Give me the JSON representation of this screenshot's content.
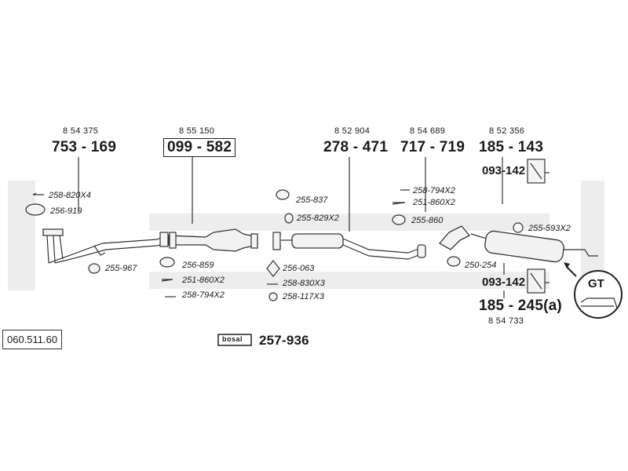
{
  "page_code": "060.511.60",
  "brand_logo": "bosal",
  "kit_number": "257-936",
  "groups": [
    {
      "ref": "8 54 375",
      "part": "753 - 169"
    },
    {
      "ref": "8 55 150",
      "part": "099 - 582"
    },
    {
      "ref": "8 52 904",
      "part": "278 - 471"
    },
    {
      "ref": "8 54 689",
      "part": "717 - 719"
    },
    {
      "ref": "8 52 356",
      "part": "185 - 143"
    }
  ],
  "rear_part": {
    "part": "185 - 245(a)",
    "ref": "8 54 733"
  },
  "hanger_top": "093-142",
  "hanger_bottom": "093-142",
  "gt_label": "GT",
  "accessories": {
    "a1": "258-820X4",
    "a2": "256-919",
    "a3": "255-967",
    "b1": "256-859",
    "b2": "251-860X2",
    "b3": "258-794X2",
    "c1": "255-837",
    "c2": "255-829X2",
    "c3": "256-063",
    "c4": "258-830X3",
    "c5": "258-117X3",
    "d1": "258-794X2",
    "d2": "251-860X2",
    "d3": "255-860",
    "e1": "255-593X2",
    "e2": "250-254"
  }
}
